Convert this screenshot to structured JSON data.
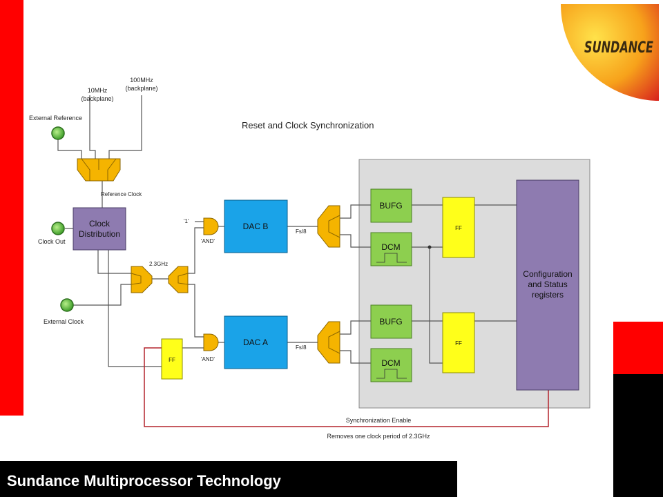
{
  "slide": {
    "footer_text": "Sundance Multiprocessor Technology",
    "logo_text": "SUNDANCE"
  },
  "diagram": {
    "title": "Reset and Clock Synchronization",
    "labels": {
      "mhz10": [
        "10MHz",
        "(backplane)"
      ],
      "mhz100": [
        "100MHz",
        "(backplane)"
      ],
      "external_reference": "External Reference",
      "reference_clock": "Reference Clock",
      "clock_out": "Clock Out",
      "external_clock": "External Clock",
      "ghz": "2.3GHz",
      "one": "'1'",
      "and_top": "'AND'",
      "and_bottom": "'AND'",
      "fs8_top": "Fs/8",
      "fs8_bottom": "Fs/8",
      "sync_enable": "Synchronization Enable",
      "removes": "Removes one clock period of 2.3GHz"
    },
    "blocks": {
      "clock_distribution": [
        "Clock",
        "Distribution"
      ],
      "dac_b": "DAC B",
      "dac_a": "DAC A",
      "bufg_top": "BUFG",
      "bufg_bottom": "BUFG",
      "dcm_top": "DCM",
      "dcm_bottom": "DCM",
      "ff_top": "FF",
      "ff_bottom": "FF",
      "ff_left": "FF",
      "config": [
        "Configuration",
        "and Status",
        "registers"
      ]
    },
    "colors": {
      "mux": "#f5b400",
      "purple": "#8e7bb0",
      "dac": "#1aa3e8",
      "green_block": "#8dcf4f",
      "ff": "#ffff1a",
      "fpga_bg": "#dcdcdc",
      "red_wire": "#b3232c",
      "wire": "#555555"
    }
  }
}
